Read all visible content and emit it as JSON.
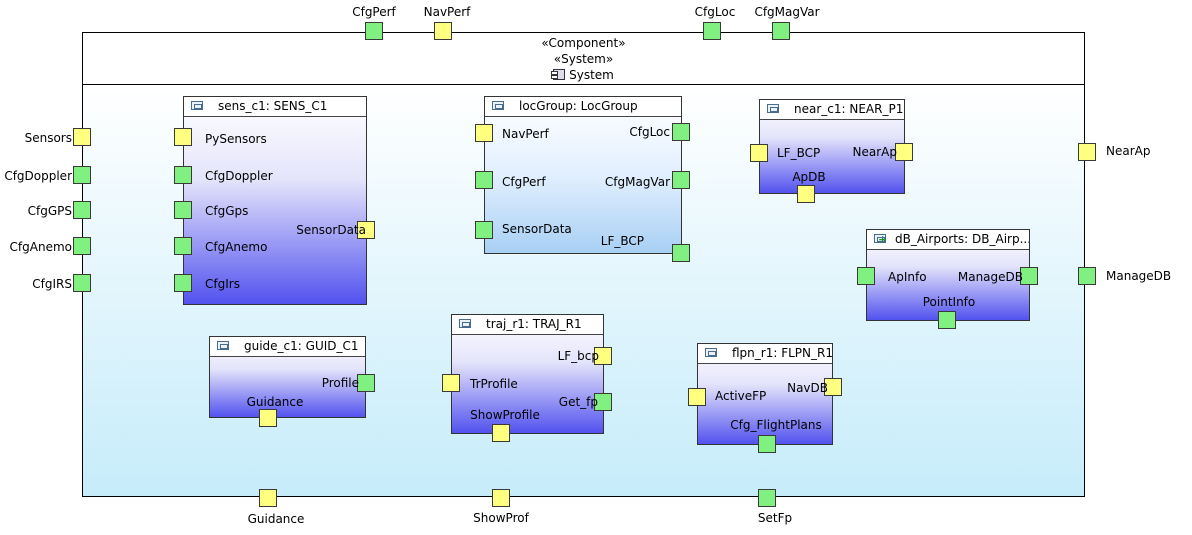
{
  "system": {
    "stereotype1": "«Component»",
    "stereotype2": "«System»",
    "name": "System",
    "icon": "component-icon"
  },
  "parts": {
    "sens": {
      "title": "sens_c1: SENS_C1",
      "icon": "part-icon"
    },
    "loc": {
      "title": "locGroup: LocGroup",
      "icon": "part-icon"
    },
    "near": {
      "title": "near_c1: NEAR_P1",
      "icon": "part-icon"
    },
    "db": {
      "title": "dB_Airports: DB_Airp...",
      "icon": "database-part-icon"
    },
    "guide": {
      "title": "guide_c1: GUID_C1",
      "icon": "part-icon"
    },
    "traj": {
      "title": "traj_r1: TRAJ_R1",
      "icon": "part-icon"
    },
    "flpn": {
      "title": "flpn_r1: FLPN_R1",
      "icon": "part-icon"
    }
  },
  "ports": {
    "cfgperf_ext": "CfgPerf",
    "navperf_ext": "NavPerf",
    "cfgloc_ext": "CfgLoc",
    "cfgmagvar_ext": "CfgMagVar",
    "sensors_ext": "Sensors",
    "cfgdoppler_ext": "CfgDoppler",
    "cfggps_ext": "CfgGPS",
    "cfganemo_ext": "CfgAnemo",
    "cfgirs_ext": "CfgIRS",
    "nearap_ext": "NearAp",
    "managedb_ext": "ManageDB",
    "guidance_ext": "Guidance",
    "showprof_ext": "ShowProf",
    "setfp_ext": "SetFp",
    "pysensors": "PySensors",
    "cfgdoppler": "CfgDoppler",
    "cfggps": "CfgGps",
    "cfganemo": "CfgAnemo",
    "cfgirs": "CfgIrs",
    "sensordata_out": "SensorData",
    "navperf": "NavPerf",
    "cfgperf": "CfgPerf",
    "sensordata_in": "SensorData",
    "cfgloc": "CfgLoc",
    "cfgmagvar": "CfgMagVar",
    "lf_bcp_loc": "LF_BCP",
    "lf_bcp_near": "LF_BCP",
    "nearap": "NearAp",
    "apdb": "ApDB",
    "apinfo": "ApInfo",
    "managedb": "ManageDB",
    "pointinfo": "PointInfo",
    "profile": "Profile",
    "guidance": "Guidance",
    "trprofile": "TrProfile",
    "showprofile": "ShowProfile",
    "lf_bcp_traj": "LF_bcp",
    "get_fp": "Get_fp",
    "activefp": "ActiveFP",
    "cfg_flightplans": "Cfg_FlightPlans",
    "navdb": "NavDB"
  },
  "colors": {
    "provided_port": "#ffff80",
    "required_port": "#80f080",
    "part_fill_bottom": "#5252ef",
    "system_fill_bottom": "#c6ecfa"
  }
}
